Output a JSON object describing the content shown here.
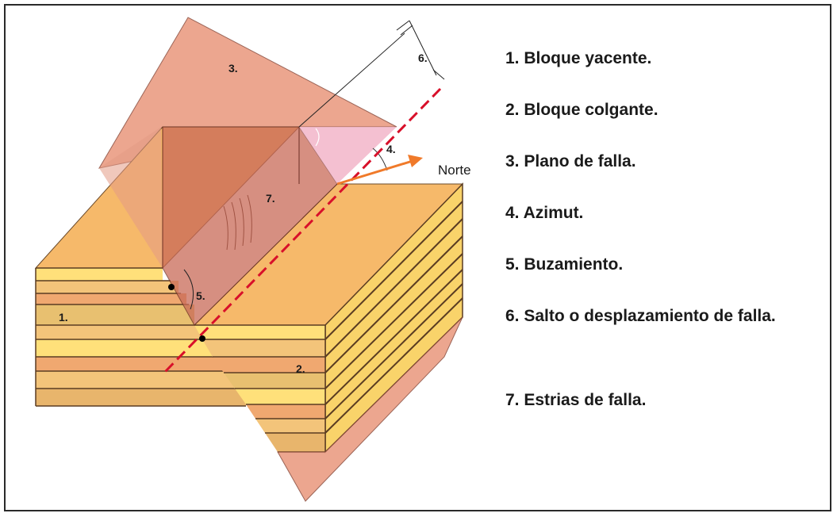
{
  "diagram": {
    "labels": {
      "n1": "1.",
      "n2": "2.",
      "n3": "3.",
      "n4": "4.",
      "n5": "5.",
      "n6": "6.",
      "n7": "7."
    },
    "north_label": "Norte",
    "colors": {
      "layer_tan": "#F3C47A",
      "layer_yellow": "#FFE07A",
      "layer_orange": "#F0A870",
      "layer_sand": "#E8B56C",
      "top_surface": "#F6B96A",
      "fault_plane": "#E9977C",
      "striae_zone": "#C96A58",
      "azimuth_wedge": "#F2B5C9",
      "arrow": "#F07A2A",
      "fault_trace": "#D8102A"
    }
  },
  "legend": {
    "items": [
      "1. Bloque yacente.",
      "2. Bloque colgante.",
      "3. Plano de falla.",
      "4. Azimut.",
      "5. Buzamiento.",
      "6. Salto o desplazamiento de falla.",
      "7. Estrias de falla."
    ]
  }
}
